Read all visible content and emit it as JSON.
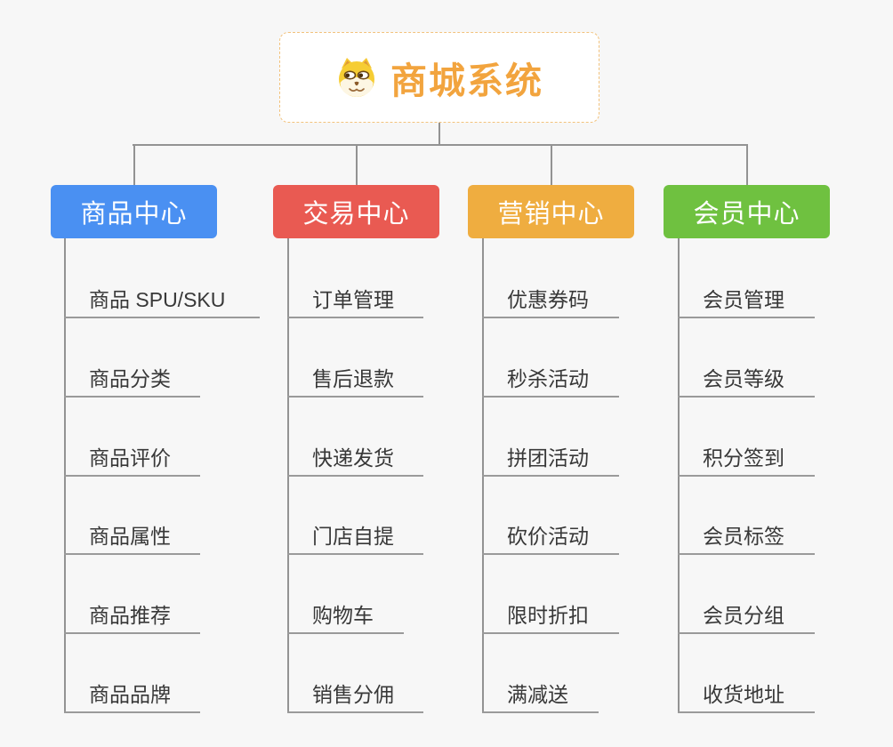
{
  "root": {
    "title": "商城系统",
    "icon": "shiba-dog-icon",
    "title_color": "#f2a43e",
    "border_color": "#f2c27c"
  },
  "branches": [
    {
      "label": "商品中心",
      "color": "#4a90f2",
      "children": [
        "商品 SPU/SKU",
        "商品分类",
        "商品评价",
        "商品属性",
        "商品推荐",
        "商品品牌"
      ]
    },
    {
      "label": "交易中心",
      "color": "#e95a52",
      "children": [
        "订单管理",
        "售后退款",
        "快递发货",
        "门店自提",
        "购物车",
        "销售分佣"
      ]
    },
    {
      "label": "营销中心",
      "color": "#efad40",
      "children": [
        "优惠券码",
        "秒杀活动",
        "拼团活动",
        "砍价活动",
        "限时折扣",
        "满减送"
      ]
    },
    {
      "label": "会员中心",
      "color": "#6fc140",
      "children": [
        "会员管理",
        "会员等级",
        "积分签到",
        "会员标签",
        "会员分组",
        "收货地址"
      ]
    }
  ],
  "colors": {
    "background": "#f7f7f7",
    "connector_line": "#939393",
    "leaf_text": "#383838",
    "branch_text": "#ffffff"
  }
}
